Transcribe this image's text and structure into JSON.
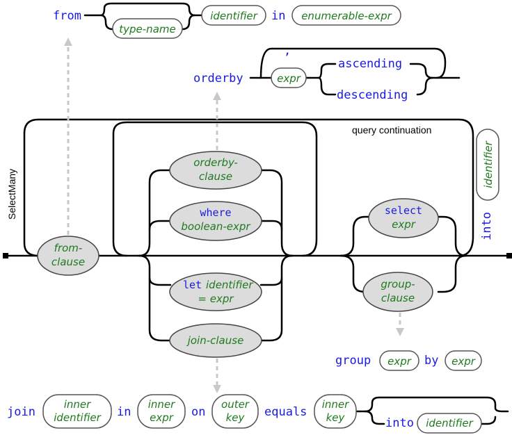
{
  "from_rule": {
    "kw_from": "from",
    "type_name": "type-name",
    "identifier": "identifier",
    "kw_in": "in",
    "enumerable_expr": "enumerable-expr"
  },
  "orderby_rule": {
    "kw_orderby": "orderby",
    "comma": ",",
    "expr": "expr",
    "kw_ascending": "ascending",
    "kw_descending": "descending"
  },
  "main": {
    "label_selectmany": "SelectMany",
    "label_query_continuation": "query continuation",
    "from_clause": [
      "from-",
      "clause"
    ],
    "orderby_clause": [
      "orderby-",
      "clause"
    ],
    "where_kw": "where",
    "where_expr": "boolean-expr",
    "let_kw": "let",
    "let_identifier": "identifier",
    "let_expr": "= expr",
    "join_clause": "join-clause",
    "select_kw": "select",
    "select_expr": "expr",
    "group_clause": [
      "group-",
      "clause"
    ],
    "into_kw": "into",
    "into_identifier": "identifier"
  },
  "group_rule": {
    "kw_group": "group",
    "expr1": "expr",
    "kw_by": "by",
    "expr2": "expr"
  },
  "join_rule": {
    "kw_join": "join",
    "inner_identifier": [
      "inner",
      "identifier"
    ],
    "kw_in": "in",
    "inner_expr": [
      "inner",
      "expr"
    ],
    "kw_on": "on",
    "outer_key": [
      "outer",
      "key"
    ],
    "kw_equals": "equals",
    "inner_key": [
      "inner",
      "key"
    ],
    "kw_into": "into",
    "into_identifier": "identifier"
  },
  "colors": {
    "keyword": "#1a1ae6",
    "nonterminal": "#1f7a1f",
    "clause_fill": "#dcdcdc",
    "rail": "#000000",
    "dashed_link": "#c8c8c8"
  }
}
